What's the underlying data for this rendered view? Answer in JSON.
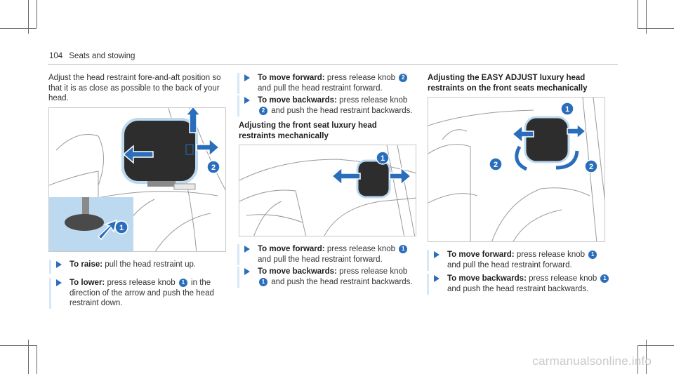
{
  "header": {
    "page_number": "104",
    "section": "Seats and stowing"
  },
  "col1": {
    "intro": "Adjust the head restraint fore-and-aft position so that it is as close as possible to the back of your head.",
    "steps": [
      {
        "label": "To raise:",
        "text": "pull the head restraint up."
      },
      {
        "label": "To lower:",
        "text_before": "press release knob",
        "badge": "1",
        "text_after": "in the direction of the arrow and push the head restraint down."
      }
    ],
    "figure_labels": [
      "2",
      "1"
    ]
  },
  "col2": {
    "steps_top": [
      {
        "label": "To move forward:",
        "text_before": "press release knob",
        "badge": "2",
        "text_after": "and pull the head restraint forward."
      },
      {
        "label": "To move backwards:",
        "text_before": "press release knob",
        "badge": "2",
        "text_after": "and push the head restraint backwards."
      }
    ],
    "heading": "Adjusting the front seat luxury head restraints mechanically",
    "figure_labels": [
      "1"
    ],
    "steps_bottom": [
      {
        "label": "To move forward:",
        "text_before": "press release knob",
        "badge": "1",
        "text_after": "and pull the head restraint forward."
      },
      {
        "label": "To move backwards:",
        "text_before": "press release knob",
        "badge": "1",
        "text_after": "and push the head restraint backwards."
      }
    ]
  },
  "col3": {
    "heading": "Adjusting the EASY ADJUST luxury head restraints on the front seats mechanically",
    "figure_labels": [
      "1",
      "2",
      "2"
    ],
    "steps": [
      {
        "label": "To move forward:",
        "text_before": "press release knob",
        "badge": "1",
        "text_after": "and pull the head restraint forward."
      },
      {
        "label": "To move backwards:",
        "text_before": "press release knob",
        "badge": "1",
        "text_after": "and push the head restraint backwards."
      }
    ]
  },
  "watermark": "carmanualsonline.info",
  "colors": {
    "accent": "#2a6ebb",
    "step_bar": "#d6e8f6",
    "highlight": "#bcd9f0"
  }
}
